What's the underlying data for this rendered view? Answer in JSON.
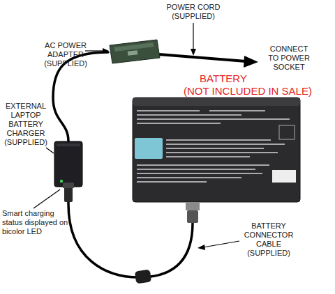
{
  "diagram": {
    "nodes": [
      {
        "text": [
          "AC POWER ADAPTER (SUPPLIED)"
        ]
      },
      {
        "text": [
          "EXTERNAL LAPTOP BATTERY CHARGER (SUPPLIED)"
        ]
      },
      {
        "text": [
          "BATTERY",
          "(NOT INCLUDED IN SALE)"
        ]
      }
    ],
    "edges": [
      {
        "from": 0,
        "to": 1,
        "arrow": "none"
      },
      {
        "from": 1,
        "to": 2,
        "arrow": "none",
        "label": "BATTERY CONNECTOR CABLE (SUPPLIED)"
      }
    ],
    "labels": [
      "POWER CORD (SUPPLIED)",
      "CONNECT TO POWER SOCKET",
      "Smart charging status displayed on bicolor LED"
    ]
  }
}
